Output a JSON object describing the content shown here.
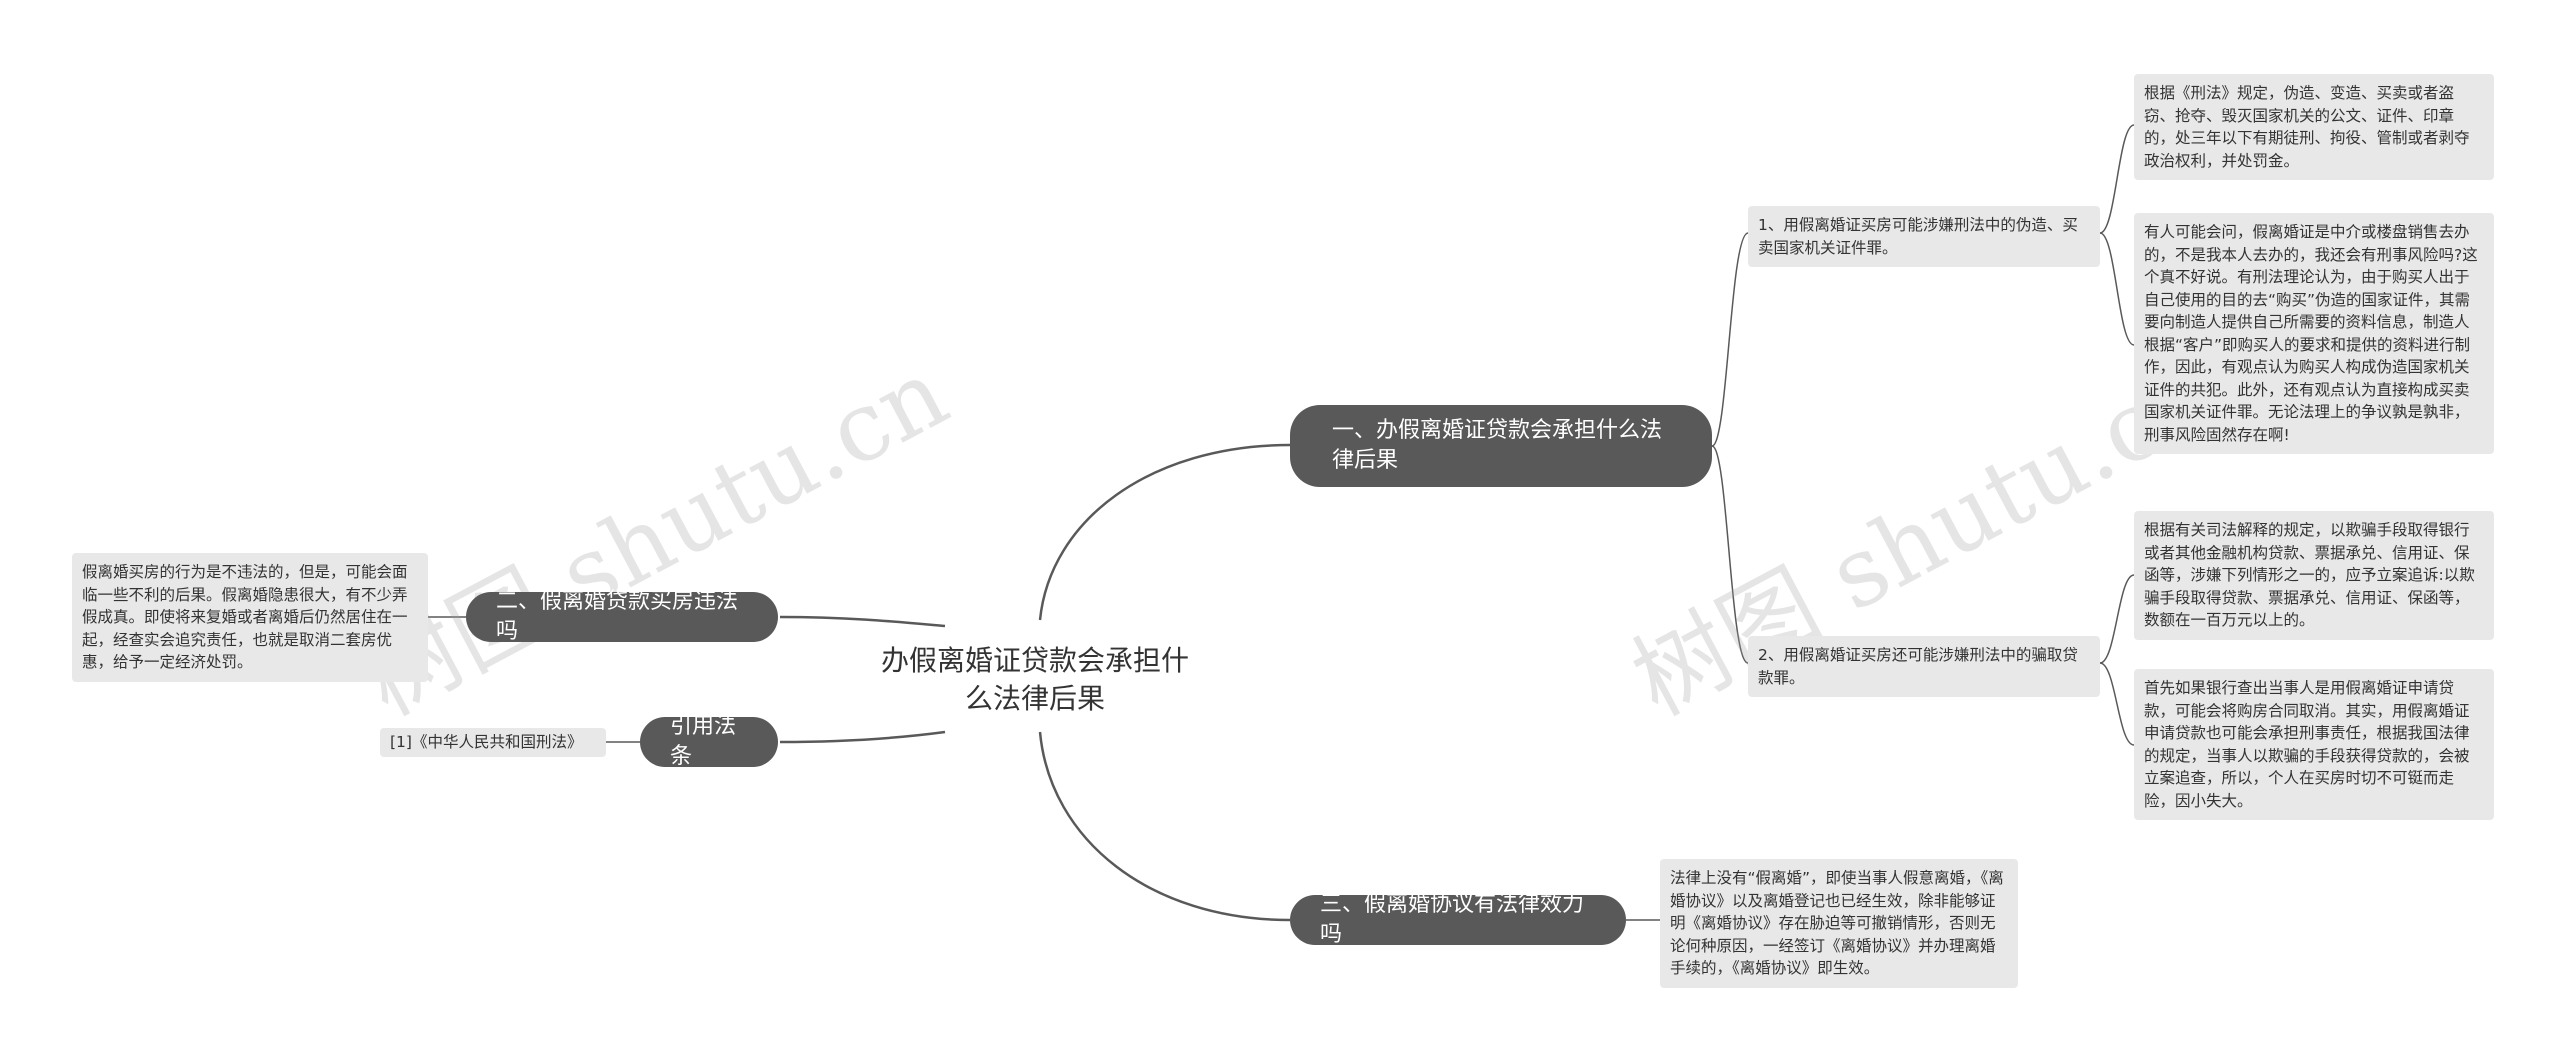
{
  "root": {
    "title": "办假离婚证贷款会承担什么法律后果"
  },
  "branches": {
    "b1": {
      "label": "一、办假离婚证贷款会承担什么法律后果"
    },
    "b2": {
      "label": "二、假离婚贷款买房违法吗"
    },
    "b3": {
      "label": "三、假离婚协议有法律效力吗"
    },
    "b4": {
      "label": "引用法条"
    }
  },
  "sub": {
    "s1": {
      "text": "1、用假离婚证买房可能涉嫌刑法中的伪造、买卖国家机关证件罪。"
    },
    "s2": {
      "text": "2、用假离婚证买房还可能涉嫌刑法中的骗取贷款罪。"
    }
  },
  "leaves": {
    "l1": {
      "text": "根据《刑法》规定，伪造、变造、买卖或者盗窃、抢夺、毁灭国家机关的公文、证件、印章的，处三年以下有期徒刑、拘役、管制或者剥夺政治权利，并处罚金。"
    },
    "l2": {
      "text": "有人可能会问，假离婚证是中介或楼盘销售去办的，不是我本人去办的，我还会有刑事风险吗?这个真不好说。有刑法理论认为，由于购买人出于自己使用的目的去“购买”伪造的国家证件，其需要向制造人提供自己所需要的资料信息，制造人根据“客户”即购买人的要求和提供的资料进行制作，因此，有观点认为购买人构成伪造国家机关证件的共犯。此外，还有观点认为直接构成买卖国家机关证件罪。无论法理上的争议孰是孰非，刑事风险固然存在啊!"
    },
    "l3": {
      "text": "根据有关司法解释的规定，以欺骗手段取得银行或者其他金融机构贷款、票据承兑、信用证、保函等，涉嫌下列情形之一的，应予立案追诉:以欺骗手段取得贷款、票据承兑、信用证、保函等，数额在一百万元以上的。"
    },
    "l4": {
      "text": "首先如果银行查出当事人是用假离婚证申请贷款，可能会将购房合同取消。其实，用假离婚证申请贷款也可能会承担刑事责任，根据我国法律的规定，当事人以欺骗的手段获得贷款的，会被立案追查，所以，个人在买房时切不可铤而走险，因小失大。"
    },
    "l5": {
      "text": "法律上没有“假离婚”，即使当事人假意离婚，《离婚协议》以及离婚登记也已经生效，除非能够证明《离婚协议》存在胁迫等可撤销情形，否则无论何种原因，一经签订《离婚协议》并办理离婚手续的，《离婚协议》即生效。"
    },
    "l6": {
      "text": "假离婚买房的行为是不违法的，但是，可能会面临一些不利的后果。假离婚隐患很大，有不少弄假成真。即使将来复婚或者离婚后仍然居住在一起，经查实会追究责任，也就是取消二套房优惠，给予一定经济处罚。"
    },
    "l7": {
      "text": "[1]《中华人民共和国刑法》"
    }
  },
  "watermark": {
    "text_left": "树图 shutu.cn",
    "text_right": "树图 shutu.cn"
  },
  "colors": {
    "branch_fill": "#595959",
    "leaf_fill": "#e8e8e8",
    "line": "#595959"
  }
}
